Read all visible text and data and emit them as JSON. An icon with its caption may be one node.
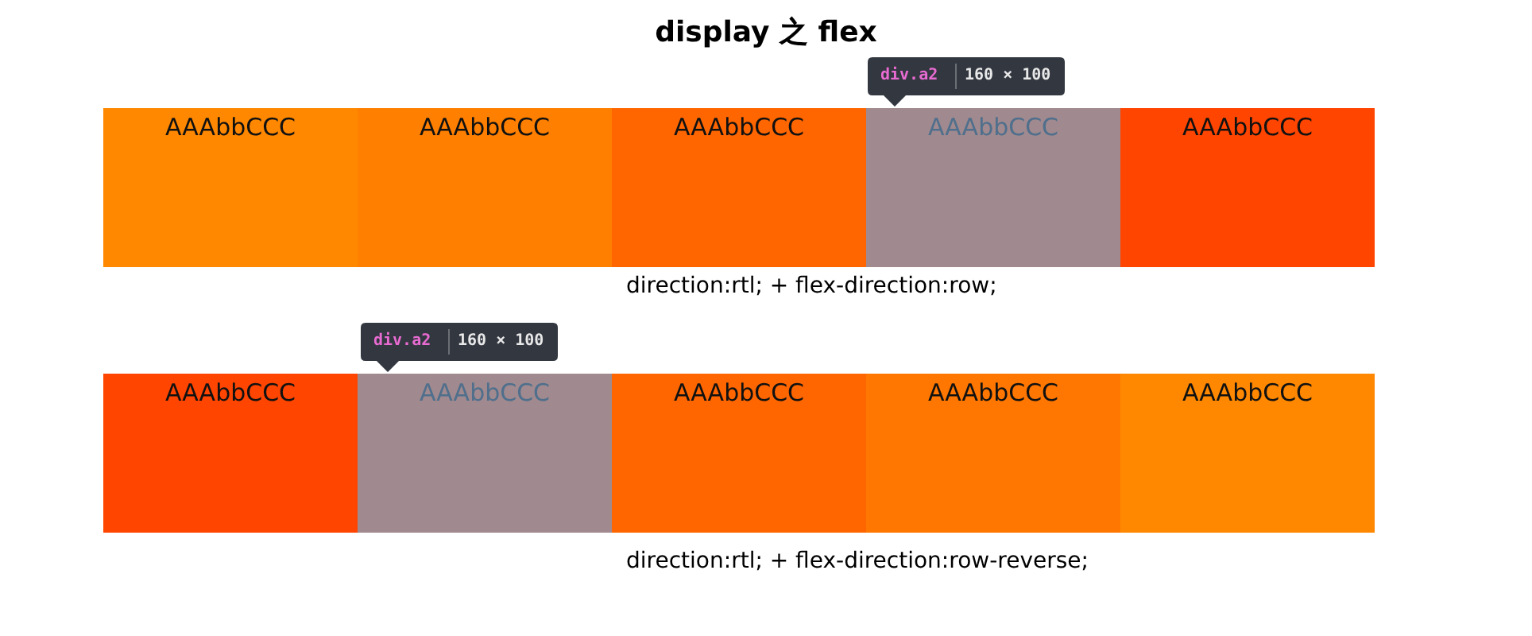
{
  "diagram": {
    "title": "display 之 flex",
    "nodes": [
      {
        "text": [
          "div.a2",
          "160 × 100"
        ]
      },
      {
        "text": [
          "AAAbbCCC"
        ]
      },
      {
        "text": [
          "AAAbbCCC"
        ]
      },
      {
        "text": [
          "AAAbbCCC"
        ]
      },
      {
        "text": [
          "AAAbbCCC"
        ]
      },
      {
        "text": [
          "AAAbbCCC"
        ]
      },
      {
        "text": [
          "div.a2",
          "160 × 100"
        ]
      },
      {
        "text": [
          "AAAbbCCC"
        ]
      },
      {
        "text": [
          "AAAbbCCC"
        ]
      },
      {
        "text": [
          "AAAbbCCC"
        ]
      },
      {
        "text": [
          "AAAbbCCC"
        ]
      },
      {
        "text": [
          "AAAbbCCC"
        ]
      }
    ],
    "labels": [
      "direction:rtl; + flex-direction:row;",
      "direction:rtl; + flex-direction:row-reverse;"
    ]
  }
}
